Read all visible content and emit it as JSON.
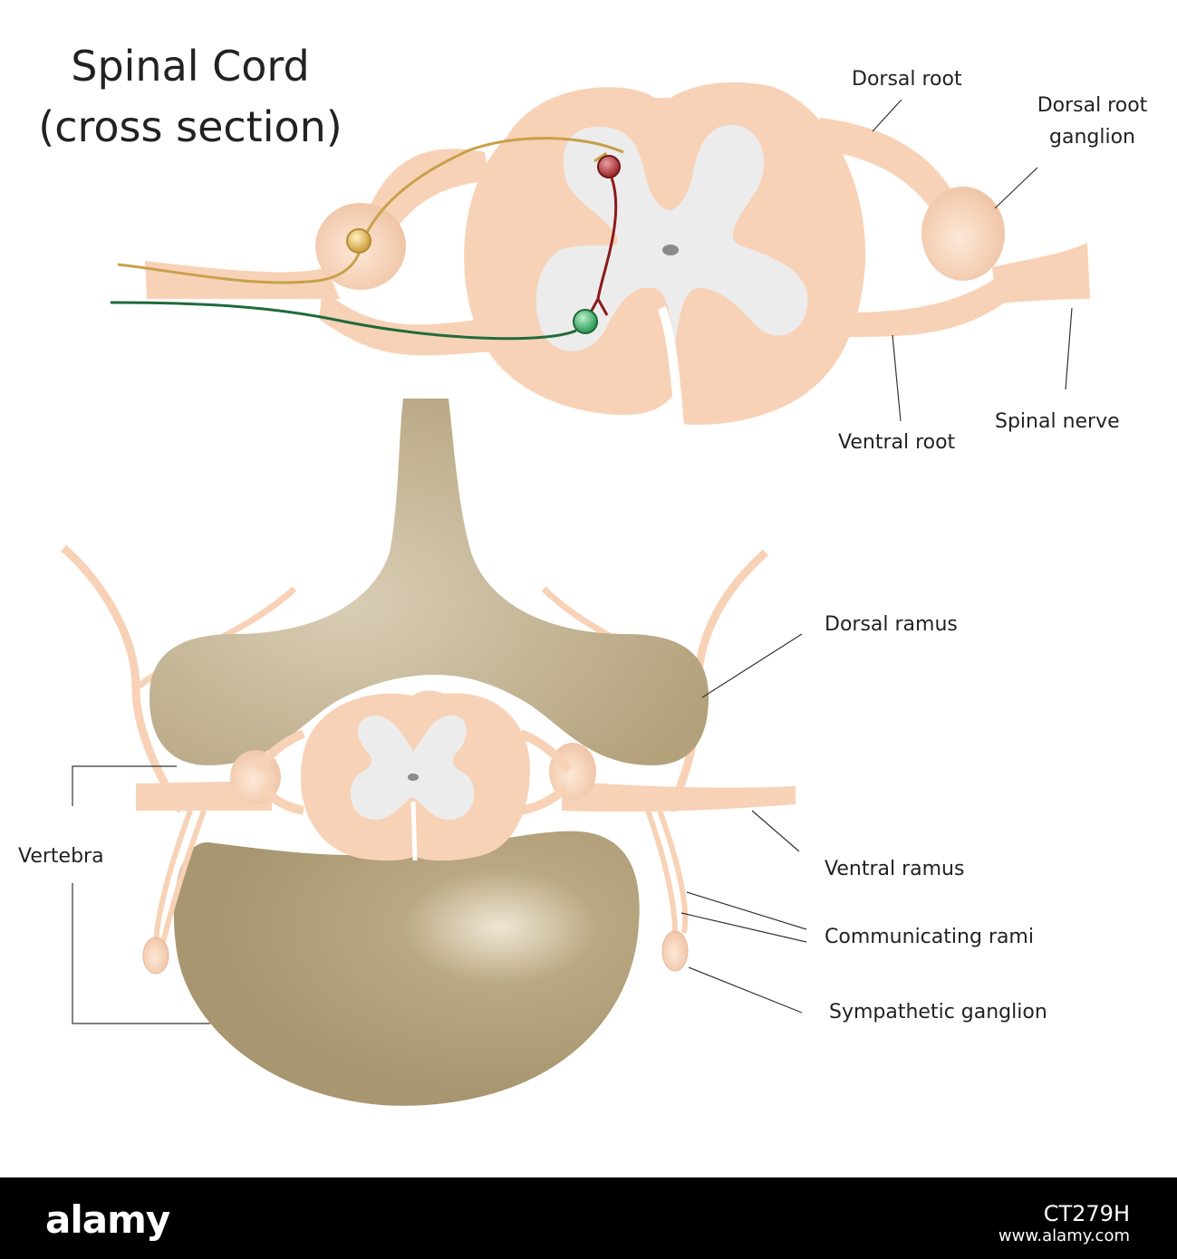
{
  "title": {
    "line1": "Spinal Cord",
    "line2": "(cross section)"
  },
  "labels": {
    "dorsal_root": "Dorsal root",
    "dorsal_root_ganglion_1": "Dorsal root",
    "dorsal_root_ganglion_2": "ganglion",
    "ventral_root": "Ventral root",
    "spinal_nerve": "Spinal nerve",
    "dorsal_ramus": "Dorsal ramus",
    "ventral_ramus": "Ventral ramus",
    "communicating_rami": "Communicating rami",
    "sympathetic_ganglion": "Sympathetic ganglion",
    "vertebra": "Vertebra"
  },
  "footer": {
    "brand": "alamy",
    "stock_id": "CT279H",
    "url": "www.alamy.com"
  },
  "colors": {
    "nerve": "#f8d2b6",
    "gray_matter": "#ececec",
    "bone": "#b6a683",
    "sensory_neuron": "#c8a04a",
    "interneuron": "#8b1a1a",
    "motor_neuron": "#1f6b3a"
  }
}
